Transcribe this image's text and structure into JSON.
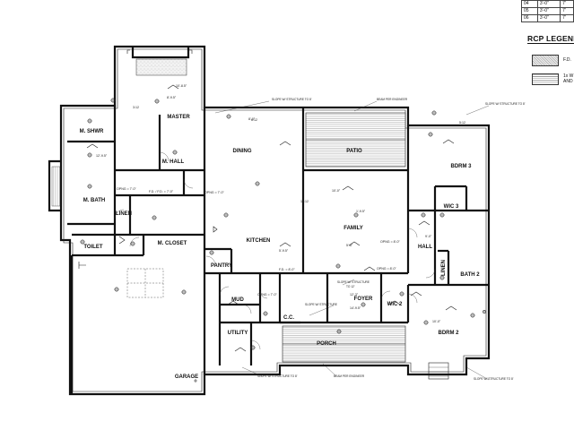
{
  "schedule_rows": [
    {
      "num": "04",
      "size": "3'-0\"",
      "extra": "7'"
    },
    {
      "num": "05",
      "size": "3'-0\"",
      "extra": "7'"
    },
    {
      "num": "06",
      "size": "3'-0\"",
      "extra": "7'"
    }
  ],
  "legend": {
    "title": "RCP LEGEND",
    "item1": "F.D.",
    "item2_line1": "1x W",
    "item2_line2": "AND"
  },
  "rooms": {
    "master": "MASTER",
    "m_shwr": "M. SHWR",
    "m_hall": "M. HALL",
    "m_bath": "M. BATH",
    "linen_vertical": "LINEN",
    "m_closet": "M. CLOSET",
    "toilet": "TOILET",
    "dining": "DINING",
    "kitchen": "KITCHEN",
    "pantry": "PANTRY",
    "patio": "PATIO",
    "family": "FAMILY",
    "borm3": "BDRM 3",
    "wic3": "WIC 3",
    "hall": "HALL",
    "linen2": "LINEN",
    "bath2": "BATH 2",
    "mud": "MUD",
    "cc": "C.C.",
    "foyer": "FOYER",
    "wic2": "WIC 2",
    "bdrm2": "BDRM 2",
    "utility": "UTILITY",
    "porch": "PORCH",
    "garage": "GARAGE"
  },
  "notes": {
    "slope_top_left": "SLOPE W/ STRUCTURE TO 8'",
    "beam_top": "BEAM PER ENGINEER",
    "slope_top_right": "SLOPE W/ STRUCTURE TO 8'",
    "slope_structure": "SLOPE W/ STRUCTURE",
    "slope_foyer": "SLOPE W/ STRUCTURE",
    "slope_foyer_h": "TO 12'",
    "slope_bottom": "SLOPE W/ STRUCTURE TO 8'",
    "beam_bottom": "BEAM PER ENGINEER",
    "slope_bottom_right": "SLOPE W/ STRUCTURE TO 8'",
    "opng_dining": "OPNG = 7'-0\"",
    "opng_mbath": "OPNG = 7'-0\"",
    "opng_mhall": "F.D. / F.D. = 7'-0\"",
    "opng_family": "OPNG = 8'-0\"",
    "opng_family2": "OPNG = 8'-0\"",
    "opng_mud": "OPNG = 7'-0\"",
    "fd_kitchen": "F.D. = 8'-0\"",
    "hgt_master": "10'-8.5\"",
    "hgt_master2": "8'-9.5\"",
    "hgt_kitchen": "5'-9.5\"",
    "hgt_family": "5'-6\"",
    "hgt_family2": "1'-9.5\"",
    "hgt_mbath": "12'-9.5\"",
    "hgt_foyer": "14'-9.5\"",
    "hgt_foyer2": "12'-3\"",
    "hgt_patio": "10'-0\"",
    "ceil_8": "8'-0\"",
    "ceil_9": "9'-0\"",
    "ceil_10": "10'-0\"",
    "ceil_312": "3:12",
    "ceil_512": "5:12",
    "ceil_612": "6:12",
    "ceil_1012": "10:12"
  }
}
